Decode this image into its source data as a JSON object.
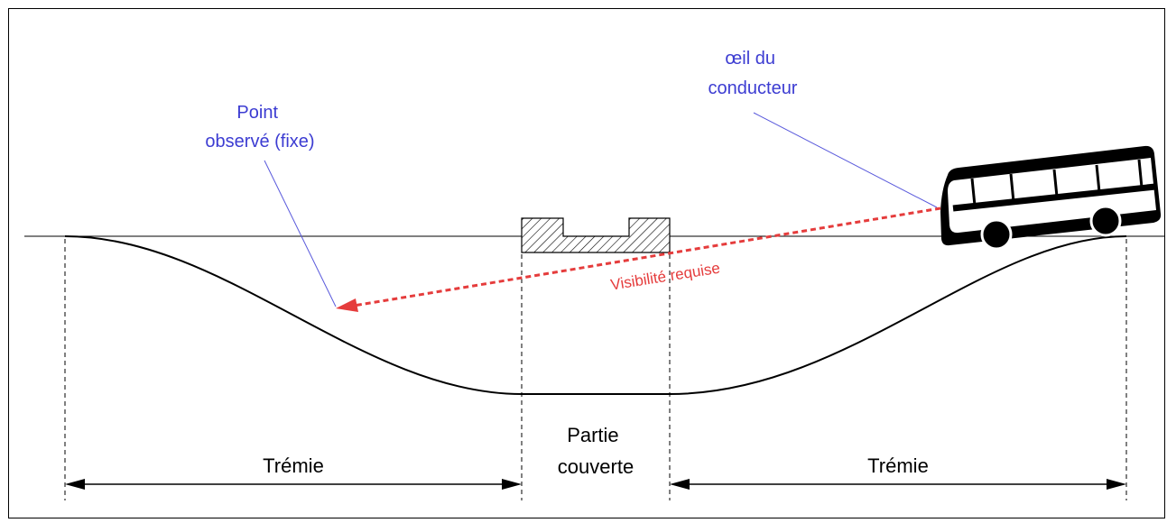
{
  "labels": {
    "observed_point": [
      "Point",
      "observé (fixe)"
    ],
    "driver_eye": [
      "œil du",
      "conducteur"
    ],
    "required_visibility": "Visibilité requise",
    "left_zone": "Trémie",
    "covered_zone": [
      "Partie",
      "couverte"
    ],
    "right_zone": "Trémie"
  },
  "colors": {
    "annotation": "#3c3cd2",
    "sight_line": "#e53c3c",
    "structure": "#000000"
  }
}
